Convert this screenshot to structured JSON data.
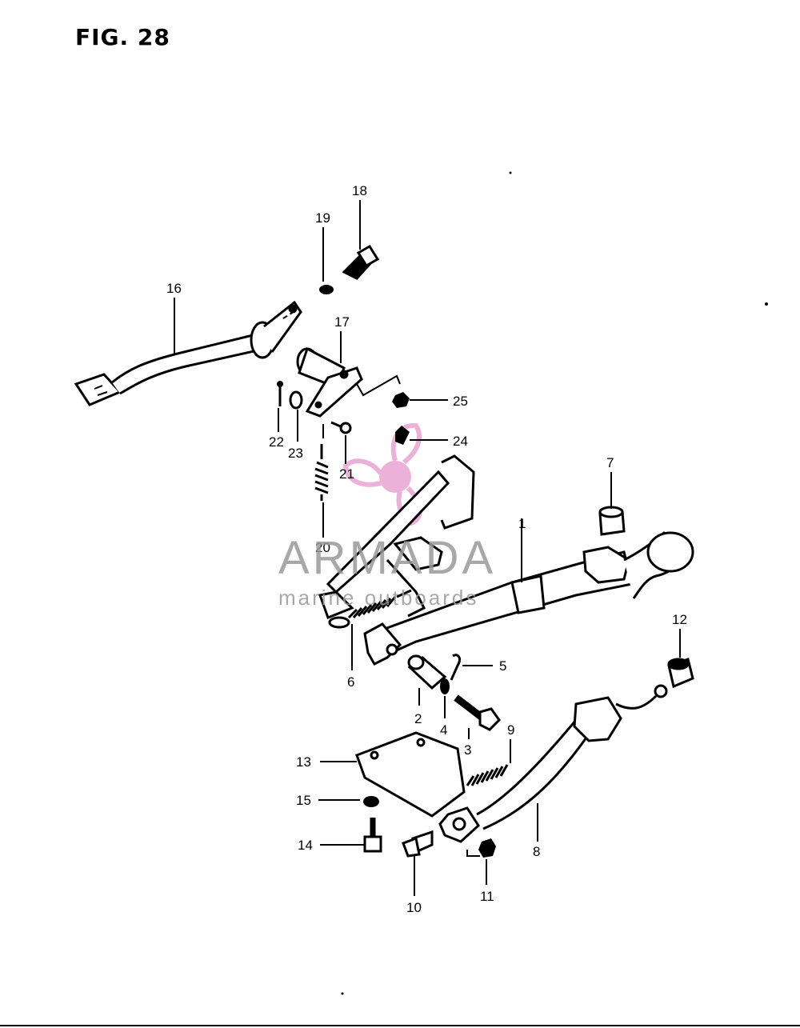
{
  "figure": {
    "title": "FIG. 28"
  },
  "watermark": {
    "brand": "ARMADA",
    "tagline": "marine outboards",
    "color": "#e9a9d4"
  },
  "callouts": [
    {
      "id": "c1",
      "label": "1"
    },
    {
      "id": "c2",
      "label": "2"
    },
    {
      "id": "c3",
      "label": "3"
    },
    {
      "id": "c4",
      "label": "4"
    },
    {
      "id": "c5",
      "label": "5"
    },
    {
      "id": "c6",
      "label": "6"
    },
    {
      "id": "c7",
      "label": "7"
    },
    {
      "id": "c8",
      "label": "8"
    },
    {
      "id": "c9",
      "label": "9"
    },
    {
      "id": "c10",
      "label": "10"
    },
    {
      "id": "c11",
      "label": "11"
    },
    {
      "id": "c12",
      "label": "12"
    },
    {
      "id": "c13",
      "label": "13"
    },
    {
      "id": "c14",
      "label": "14"
    },
    {
      "id": "c15",
      "label": "15"
    },
    {
      "id": "c16",
      "label": "16"
    },
    {
      "id": "c17",
      "label": "17"
    },
    {
      "id": "c18",
      "label": "18"
    },
    {
      "id": "c19",
      "label": "19"
    },
    {
      "id": "c20",
      "label": "20"
    },
    {
      "id": "c21",
      "label": "21"
    },
    {
      "id": "c22",
      "label": "22"
    },
    {
      "id": "c23",
      "label": "23"
    },
    {
      "id": "c24",
      "label": "24"
    },
    {
      "id": "c25",
      "label": "25"
    }
  ]
}
